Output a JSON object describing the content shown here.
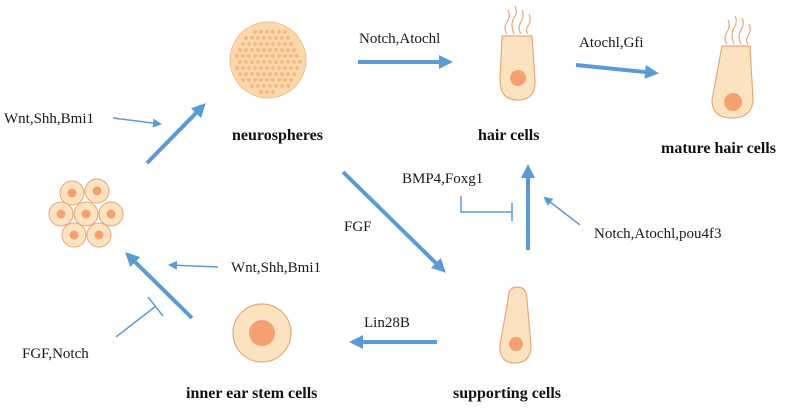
{
  "nodes": {
    "neurospheres": "neurospheres",
    "hair_cells": "hair cells",
    "mature_hair_cells": "mature hair cells",
    "supporting_cells": "supporting cells",
    "inner_ear_stem_cells": "inner ear stem cells"
  },
  "labels": {
    "wnt_shh_bmi1_top": "Wnt,Shh,Bmi1",
    "notch_atochl": "Notch,Atochl",
    "atochl_gfi": "Atochl,Gfi",
    "bmp4_foxg1": "BMP4,Foxg1",
    "fgf": "FGF",
    "notch_atochl_pou4f3": "Notch,Atochl,pou4f3",
    "wnt_shh_bmi1_mid": "Wnt,Shh,Bmi1",
    "lin28b": "Lin28B",
    "fgf_notch": "FGF,Notch"
  },
  "colors": {
    "arrow": "#5b9bd5",
    "cell_fill": "#fbe3c0",
    "cell_stroke": "#e8a77a",
    "nucleus": "#f4a070",
    "sphere_fill": "#fbd8ad",
    "sphere_dot": "#f0b27a"
  }
}
